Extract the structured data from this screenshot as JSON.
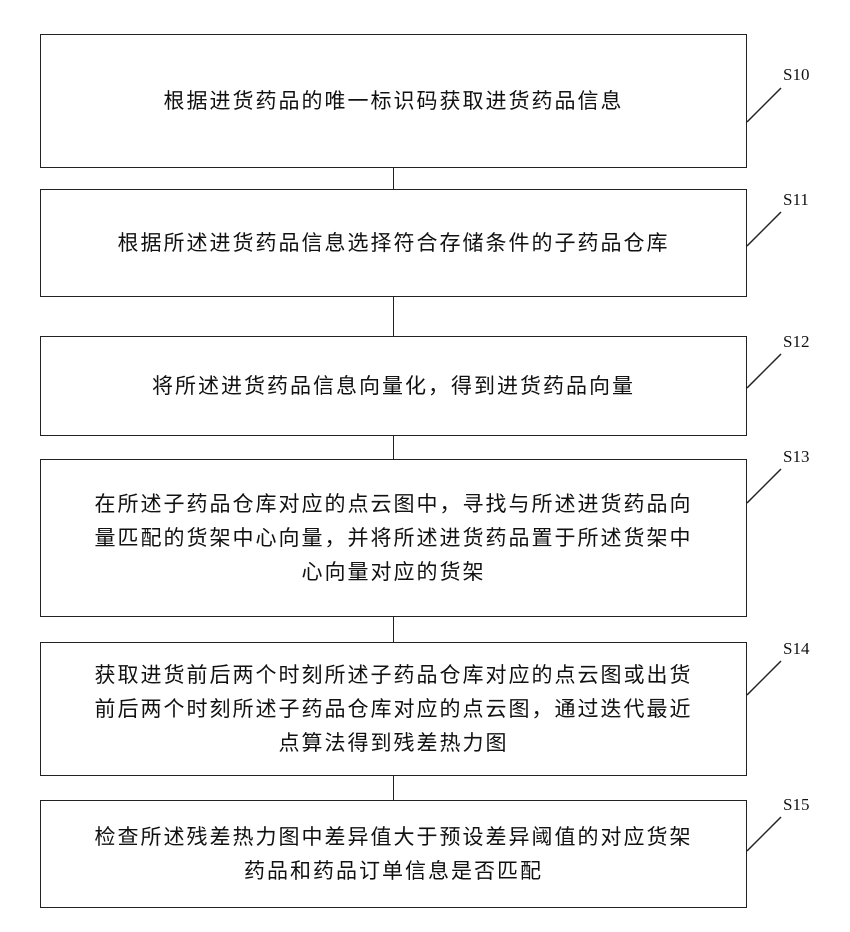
{
  "steps": [
    {
      "id": "S10",
      "text": "根据进货药品的唯一标识码获取进货药品信息"
    },
    {
      "id": "S11",
      "text": "根据所述进货药品信息选择符合存储条件的子药品仓库"
    },
    {
      "id": "S12",
      "text": "将所述进货药品信息向量化，得到进货药品向量"
    },
    {
      "id": "S13",
      "lines": [
        "在所述子药品仓库对应的点云图中，寻找与所述进货药品向",
        "量匹配的货架中心向量，并将所述进货药品置于所述货架中",
        "心向量对应的货架"
      ]
    },
    {
      "id": "S14",
      "lines": [
        "获取进货前后两个时刻所述子药品仓库对应的点云图或出货",
        "前后两个时刻所述子药品仓库对应的点云图，通过迭代最近",
        "点算法得到残差热力图"
      ]
    },
    {
      "id": "S15",
      "lines": [
        "检查所述残差热力图中差异值大于预设差异阈值的对应货架",
        "药品和药品订单信息是否匹配"
      ]
    }
  ]
}
